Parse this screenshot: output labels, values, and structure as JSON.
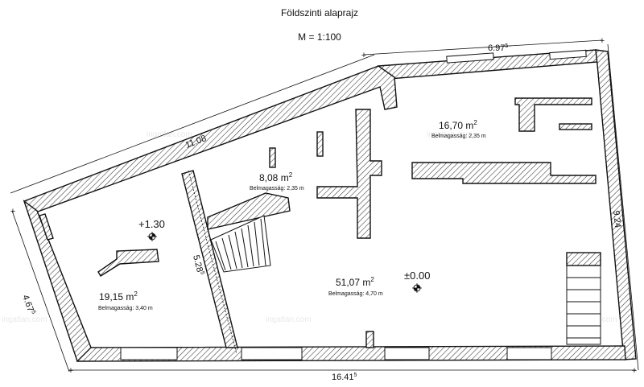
{
  "title": "Földszinti alaprajz",
  "scale": "M = 1:100",
  "dimensions": {
    "top_right": "6.97",
    "top_right_sup": "5",
    "diagonal": "11.08",
    "right": "9.24",
    "bottom": "16.41",
    "bottom_sup": "5",
    "left": "4.67",
    "left_sup": "5",
    "inner": "5.28",
    "inner_sup": "5"
  },
  "rooms": [
    {
      "area": "16,70 m",
      "sup": "2",
      "height": "Belmagasság: 2,35 m"
    },
    {
      "area": "8,08 m",
      "sup": "2",
      "height": "Belmagasság: 2,35 m"
    },
    {
      "area": "19,15 m",
      "sup": "2",
      "height": "Belmagasság: 3,40 m"
    },
    {
      "area": "51,07 m",
      "sup": "2",
      "height": "Belmagasság: 4,70 m"
    }
  ],
  "levels": [
    "+1.30",
    "±0.00"
  ],
  "watermark": "ingatlan.com"
}
